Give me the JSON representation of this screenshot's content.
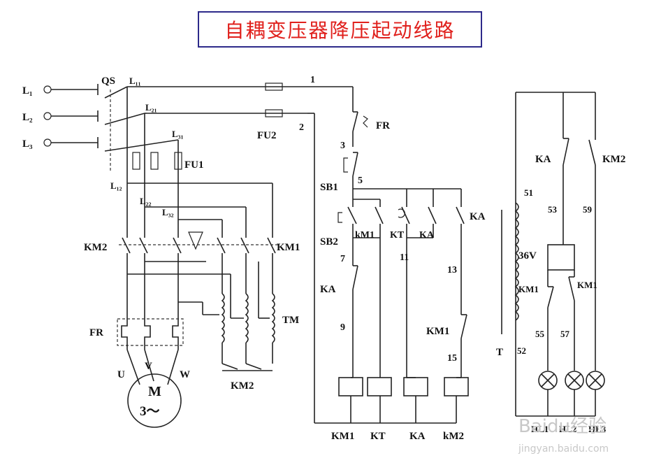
{
  "title": "自耦变压器降压起动线路",
  "labels": {
    "L1": "L₁",
    "L2": "L₂",
    "L3": "L₃",
    "QS": "QS",
    "L11": "L₁₁",
    "L21": "L₂₁",
    "L31": "L₃₁",
    "FU1": "FU1",
    "FU2": "FU2",
    "L12": "L₁₂",
    "L22": "L₂₂",
    "L32": "L₃₂",
    "KM2_left": "KM2",
    "KM1_left": "KM1",
    "FR_left": "FR",
    "TM": "TM",
    "U": "U",
    "V": "V",
    "W": "W",
    "motor_M": "M",
    "motor_phase": "3～",
    "KM2_bottom": "KM2",
    "n1": "1",
    "n2": "2",
    "n3": "3",
    "n5": "5",
    "n7": "7",
    "n9": "9",
    "n11": "11",
    "n13": "13",
    "n15": "15",
    "FR_ctrl": "FR",
    "SB1": "SB1",
    "SB2": "SB2",
    "kM1_contact": "kM1",
    "KT_contact": "KT",
    "KA_contact": "KA",
    "KA_right": "KA",
    "KA_mid": "KA",
    "KM1_nc": "KM1",
    "coil_KM1": "KM1",
    "coil_KT": "KT",
    "coil_KA": "KA",
    "coil_kM2": "kM2",
    "KA_lamp": "KA",
    "KM2_lamp": "KM2",
    "n51": "51",
    "n53": "53",
    "n59": "59",
    "v36": "36V",
    "KM1_tr1": "KM1",
    "KM1_tr2": "KM1",
    "n55": "55",
    "n57": "57",
    "T": "T",
    "n52": "52",
    "HL1": "HL1",
    "HL2": "HL2",
    "HL3": "HL3"
  },
  "watermark": {
    "brand": "Baidu经验",
    "url": "jingyan.baidu.com"
  }
}
